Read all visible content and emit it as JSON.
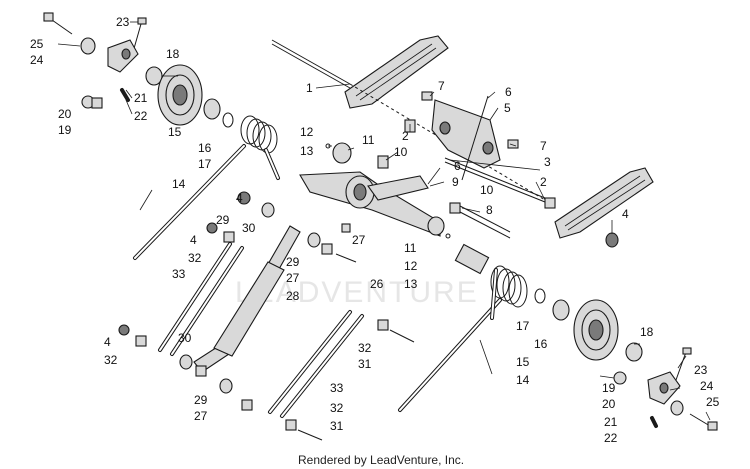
{
  "watermark": "LEADVENTURE",
  "footer": "Rendered by LeadVenture, Inc.",
  "callouts": {
    "c1": "1",
    "c2a": "2",
    "c2b": "2",
    "c3": "3",
    "c4a": "4",
    "c4b": "4",
    "c4c": "4",
    "c4d": "4",
    "c5": "5",
    "c6a": "6",
    "c6b": "6",
    "c7a": "7",
    "c7b": "7",
    "c8": "8",
    "c9": "9",
    "c10a": "10",
    "c10b": "10",
    "c11a": "11",
    "c11b": "11",
    "c12a": "12",
    "c12b": "12",
    "c13a": "13",
    "c13b": "13",
    "c14a": "14",
    "c14b": "14",
    "c15a": "15",
    "c15b": "15",
    "c16a": "16",
    "c16b": "16",
    "c17a": "17",
    "c17b": "17",
    "c18a": "18",
    "c18b": "18",
    "c19a": "19",
    "c19b": "19",
    "c20a": "20",
    "c20b": "20",
    "c21a": "21",
    "c21b": "21",
    "c22a": "22",
    "c22b": "22",
    "c23a": "23",
    "c23b": "23",
    "c24a": "24",
    "c24b": "24",
    "c25a": "25",
    "c25b": "25",
    "c26": "26",
    "c27a": "27",
    "c27b": "27",
    "c27c": "27",
    "c28": "28",
    "c29a": "29",
    "c29b": "29",
    "c29c": "29",
    "c30a": "30",
    "c30b": "30",
    "c31a": "31",
    "c31b": "31",
    "c32a": "32",
    "c32b": "32",
    "c32c": "32",
    "c32d": "32",
    "c33a": "33",
    "c33b": "33"
  }
}
